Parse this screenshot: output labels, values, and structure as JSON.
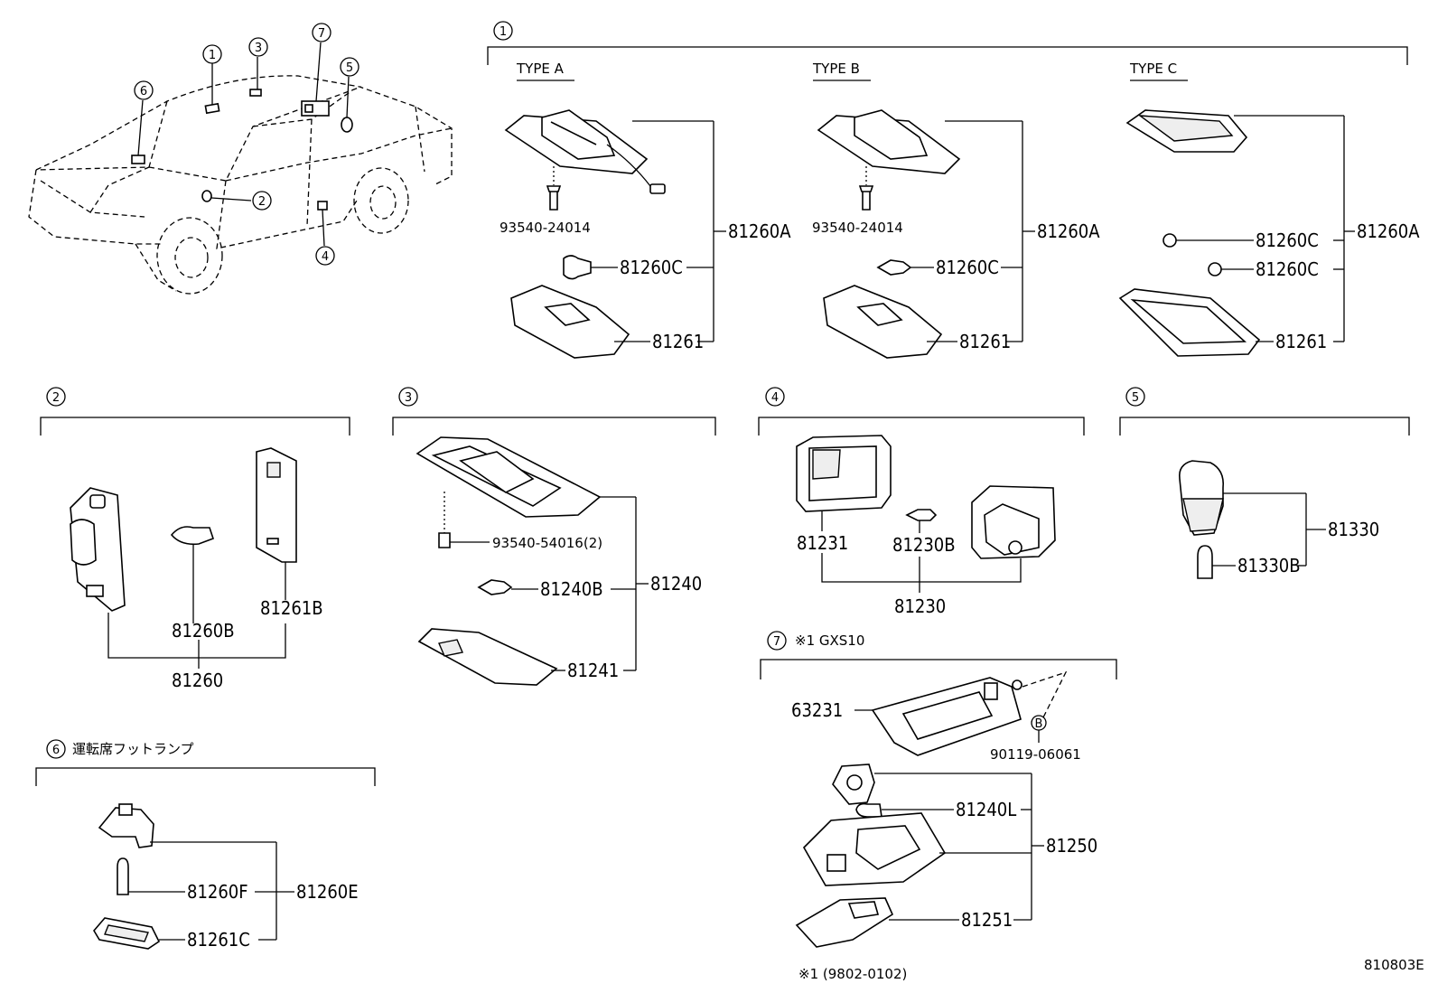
{
  "callouts": [
    "1",
    "2",
    "3",
    "4",
    "5",
    "6",
    "7"
  ],
  "section1": {
    "num": "1",
    "typeA": {
      "label": "TYPE A",
      "screw": "93540-24014",
      "bulb": "81260C",
      "assy": "81260A",
      "lens": "81261"
    },
    "typeB": {
      "label": "TYPE B",
      "screw": "93540-24014",
      "bulb": "81260C",
      "assy": "81260A",
      "lens": "81261"
    },
    "typeC": {
      "label": "TYPE C",
      "bulb1": "81260C",
      "bulb2": "81260C",
      "assy": "81260A",
      "lens": "81261"
    }
  },
  "section2": {
    "num": "2",
    "bulb": "81260B",
    "lens": "81261B",
    "assy": "81260"
  },
  "section3": {
    "num": "3",
    "screw": "93540-54016(2)",
    "bulb": "81240B",
    "assy": "81240",
    "lens": "81241"
  },
  "section4": {
    "num": "4",
    "lens": "81231",
    "bulb": "81230B",
    "assy": "81230"
  },
  "section5": {
    "num": "5",
    "assy": "81330",
    "bulb": "81330B"
  },
  "section6": {
    "num": "6",
    "title": "運転席フットランプ",
    "bulb": "81260F",
    "assy": "81260E",
    "lens": "81261C"
  },
  "section7": {
    "num": "7",
    "title": "※1 GXS10",
    "cover": "63231",
    "ref": "B",
    "screw": "90119-06061",
    "bulb": "81240L",
    "assy": "81250",
    "lens": "81251",
    "note": "※1 (9802-0102)"
  },
  "diagram_code": "810803E"
}
